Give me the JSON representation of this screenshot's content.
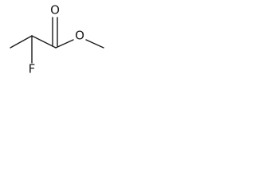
{
  "structure": {
    "atoms": [
      {
        "id": "c-methyl",
        "element": "C",
        "label": ""
      },
      {
        "id": "c-alpha",
        "element": "C",
        "label": ""
      },
      {
        "id": "c-carbonyl",
        "element": "C",
        "label": ""
      },
      {
        "id": "o-carbonyl",
        "element": "O",
        "label": "O"
      },
      {
        "id": "o-ester",
        "element": "O",
        "label": "O"
      },
      {
        "id": "c-methoxy",
        "element": "C",
        "label": ""
      },
      {
        "id": "f",
        "element": "F",
        "label": "F"
      }
    ],
    "bonds": [
      {
        "from": "c-methyl",
        "to": "c-alpha",
        "order": 1
      },
      {
        "from": "c-alpha",
        "to": "c-carbonyl",
        "order": 1
      },
      {
        "from": "c-carbonyl",
        "to": "o-carbonyl",
        "order": 2
      },
      {
        "from": "c-carbonyl",
        "to": "o-ester",
        "order": 1
      },
      {
        "from": "o-ester",
        "to": "c-methoxy",
        "order": 1
      },
      {
        "from": "c-alpha",
        "to": "f",
        "order": 1
      }
    ]
  }
}
